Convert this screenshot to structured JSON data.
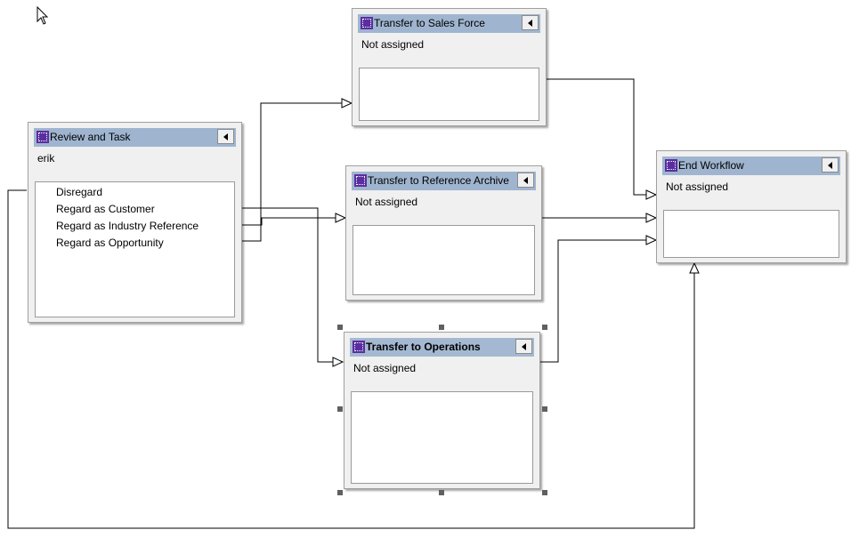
{
  "nodes": {
    "review_and_task": {
      "title": "Review and Task",
      "assignee": "erik",
      "outcomes": [
        "Disregard",
        "Regard as Customer",
        "Regard as Industry Reference",
        "Regard as Opportunity"
      ]
    },
    "transfer_sales": {
      "title": "Transfer to Sales Force",
      "assignee": "Not assigned"
    },
    "transfer_reference": {
      "title": "Transfer to Reference Archive",
      "assignee": "Not assigned"
    },
    "transfer_operations": {
      "title": "Transfer to Operations",
      "assignee": "Not assigned",
      "selected": true
    },
    "end_workflow": {
      "title": "End Workflow",
      "assignee": "Not assigned"
    }
  },
  "colors": {
    "titlebar": "#9fb5cf",
    "node_background": "#f0f0f0",
    "activity_icon": "#5a2ea0",
    "connector": "#000000",
    "selection_handle": "#606060"
  },
  "icons": {
    "activity": "activity-icon",
    "collapse": "collapse-arrow-icon",
    "cursor": "mouse-cursor-icon"
  }
}
